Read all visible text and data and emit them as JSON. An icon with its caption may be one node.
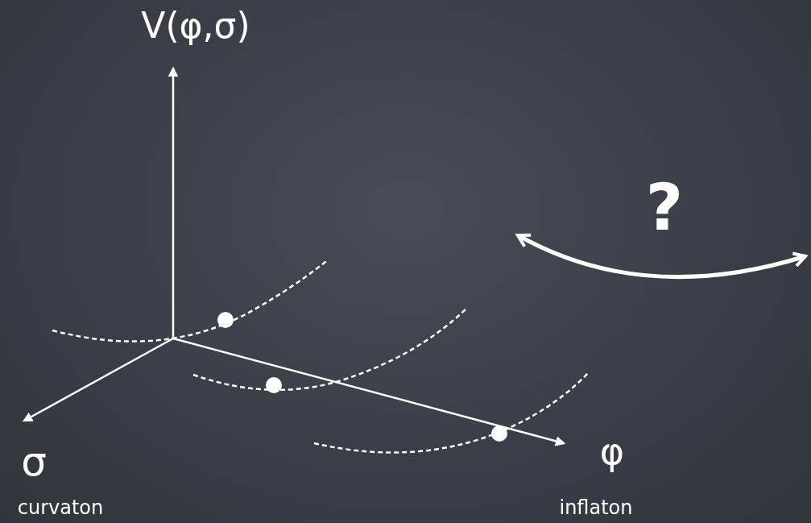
{
  "diagram": {
    "labels": [
      "V(φ,σ)",
      "?",
      "σ",
      "curvaton",
      "φ",
      "inflaton"
    ]
  }
}
